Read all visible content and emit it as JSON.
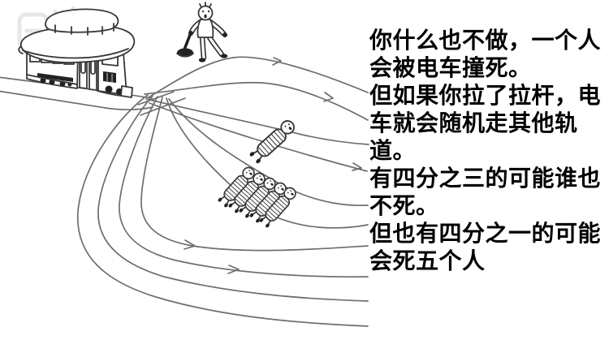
{
  "caption": {
    "lines": [
      "你什么也不做，一个人",
      "会被电车撞死。",
      "但如果你拉了拉杆，电",
      "车就会随机走其他轨",
      "道。",
      "有四分之三的可能谁也",
      "不死。",
      "但也有四分之一的可能",
      "会死五个人"
    ]
  },
  "figures": {
    "trolley": "trolley-icon",
    "lever_person": "person-with-lever-icon",
    "single_victim": "one-person-tied-to-track-icon",
    "group_victims": "five-people-tied-to-track-icon",
    "tracks": "branching-track-lines",
    "track_branch_count": 10
  },
  "colors": {
    "background": "#ffffff",
    "track_ink": "#6e6e6e",
    "drawing_ink": "#383838",
    "caption_text": "#000000",
    "lever_fill": "#1d1d1d"
  }
}
